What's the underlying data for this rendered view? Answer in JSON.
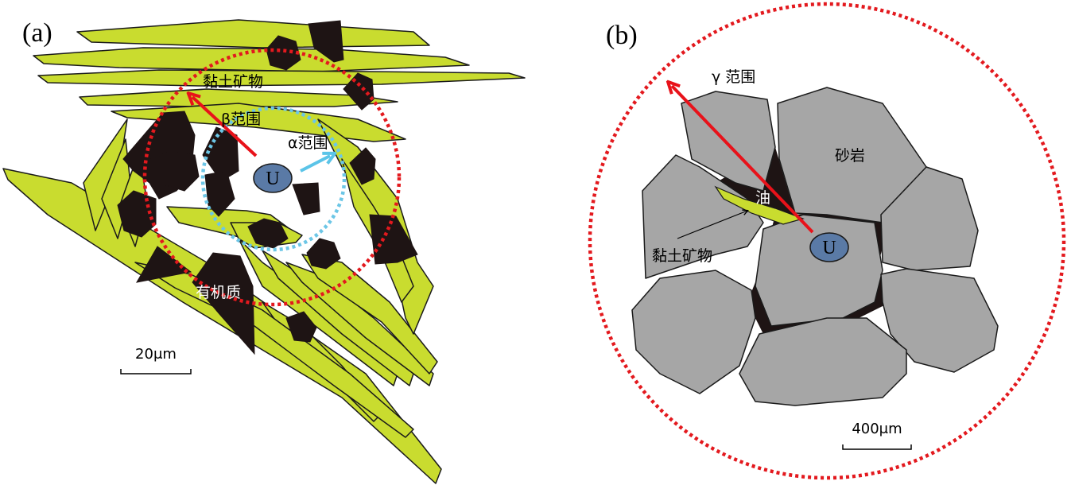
{
  "panel_a": {
    "letter": "(a)",
    "clay_label": "黏土矿物",
    "beta_label": "β范围",
    "alpha_label": "α范围",
    "organic_label": "有机质",
    "uranium_label": "U",
    "scale_label": "20μm"
  },
  "panel_b": {
    "letter": "(b)",
    "gamma_label": "γ 范围",
    "sandstone_label": "砂岩",
    "oil_label": "油",
    "clay_label": "黏土矿物",
    "uranium_label": "U",
    "scale_label": "400μm"
  },
  "colors": {
    "clay": "#c9dc2f",
    "organic": "#1e1414",
    "sand_grain": "#a6a6a6",
    "uranium": "#5a7aa6",
    "beta_arrow": "#e8121a",
    "alpha_arrow": "#5bc4e8",
    "range_circle_red": "#e3191e",
    "range_circle_blue": "#6cc6e6"
  }
}
